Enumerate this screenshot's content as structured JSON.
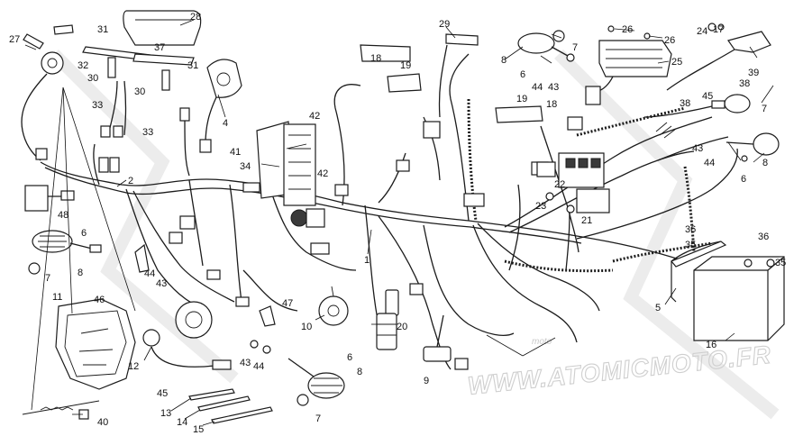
{
  "watermark": {
    "text": "WWW.ATOMICMOTO.FR",
    "logo_text": "moto"
  },
  "callouts": [
    {
      "id": "c1",
      "n": "1"
    },
    {
      "id": "c2",
      "n": "2"
    },
    {
      "id": "c4",
      "n": "4"
    },
    {
      "id": "c5",
      "n": "5"
    },
    {
      "id": "c6a",
      "n": "6"
    },
    {
      "id": "c6b",
      "n": "6"
    },
    {
      "id": "c6c",
      "n": "6"
    },
    {
      "id": "c6d",
      "n": "6"
    },
    {
      "id": "c7a",
      "n": "7"
    },
    {
      "id": "c7b",
      "n": "7"
    },
    {
      "id": "c7c",
      "n": "7"
    },
    {
      "id": "c7d",
      "n": "7"
    },
    {
      "id": "c8a",
      "n": "8"
    },
    {
      "id": "c8b",
      "n": "8"
    },
    {
      "id": "c8c",
      "n": "8"
    },
    {
      "id": "c8d",
      "n": "8"
    },
    {
      "id": "c9",
      "n": "9"
    },
    {
      "id": "c10",
      "n": "10"
    },
    {
      "id": "c11",
      "n": "11"
    },
    {
      "id": "c12",
      "n": "12"
    },
    {
      "id": "c13",
      "n": "13"
    },
    {
      "id": "c14",
      "n": "14"
    },
    {
      "id": "c15",
      "n": "15"
    },
    {
      "id": "c16",
      "n": "16"
    },
    {
      "id": "c17",
      "n": "17"
    },
    {
      "id": "c18a",
      "n": "18"
    },
    {
      "id": "c18b",
      "n": "18"
    },
    {
      "id": "c19a",
      "n": "19"
    },
    {
      "id": "c19b",
      "n": "19"
    },
    {
      "id": "c20",
      "n": "20"
    },
    {
      "id": "c21",
      "n": "21"
    },
    {
      "id": "c22",
      "n": "22"
    },
    {
      "id": "c23",
      "n": "23"
    },
    {
      "id": "c24",
      "n": "24"
    },
    {
      "id": "c25",
      "n": "25"
    },
    {
      "id": "c26a",
      "n": "26"
    },
    {
      "id": "c26b",
      "n": "26"
    },
    {
      "id": "c27",
      "n": "27"
    },
    {
      "id": "c28",
      "n": "28"
    },
    {
      "id": "c29",
      "n": "29"
    },
    {
      "id": "c30a",
      "n": "30"
    },
    {
      "id": "c30b",
      "n": "30"
    },
    {
      "id": "c31a",
      "n": "31"
    },
    {
      "id": "c31b",
      "n": "31"
    },
    {
      "id": "c32",
      "n": "32"
    },
    {
      "id": "c33a",
      "n": "33"
    },
    {
      "id": "c33b",
      "n": "33"
    },
    {
      "id": "c34",
      "n": "34"
    },
    {
      "id": "c35a",
      "n": "35"
    },
    {
      "id": "c35b",
      "n": "35"
    },
    {
      "id": "c36a",
      "n": "36"
    },
    {
      "id": "c36b",
      "n": "36"
    },
    {
      "id": "c37",
      "n": "37"
    },
    {
      "id": "c38a",
      "n": "38"
    },
    {
      "id": "c38b",
      "n": "38"
    },
    {
      "id": "c39",
      "n": "39"
    },
    {
      "id": "c40",
      "n": "40"
    },
    {
      "id": "c41",
      "n": "41"
    },
    {
      "id": "c42a",
      "n": "42"
    },
    {
      "id": "c42b",
      "n": "42"
    },
    {
      "id": "c43a",
      "n": "43"
    },
    {
      "id": "c43b",
      "n": "43"
    },
    {
      "id": "c43c",
      "n": "43"
    },
    {
      "id": "c43d",
      "n": "43"
    },
    {
      "id": "c44a",
      "n": "44"
    },
    {
      "id": "c44b",
      "n": "44"
    },
    {
      "id": "c44c",
      "n": "44"
    },
    {
      "id": "c44d",
      "n": "44"
    },
    {
      "id": "c45a",
      "n": "45"
    },
    {
      "id": "c45b",
      "n": "45"
    },
    {
      "id": "c46",
      "n": "46"
    },
    {
      "id": "c47",
      "n": "47"
    },
    {
      "id": "c48",
      "n": "48"
    }
  ]
}
